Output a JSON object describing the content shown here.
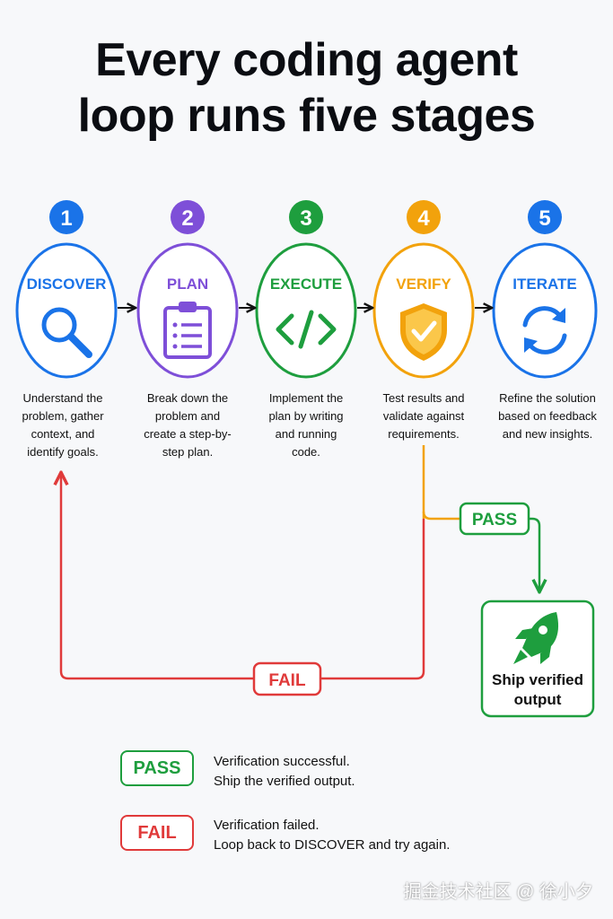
{
  "title": [
    "Every coding agent",
    "loop runs five stages"
  ],
  "stages": [
    {
      "number": "1",
      "name": "DISCOVER",
      "color": "#1a73e8",
      "icon": "magnifier-icon",
      "description": [
        "Understand the",
        "problem, gather",
        "context, and",
        "identify goals."
      ]
    },
    {
      "number": "2",
      "name": "PLAN",
      "color": "#7e4fd8",
      "icon": "clipboard-icon",
      "description": [
        "Break down the",
        "problem and",
        "create a step-by-",
        "step plan."
      ]
    },
    {
      "number": "3",
      "name": "EXECUTE",
      "color": "#1e9e3e",
      "icon": "code-icon",
      "description": [
        "Implement the",
        "plan by writing",
        "and running",
        "code."
      ]
    },
    {
      "number": "4",
      "name": "VERIFY",
      "color": "#f2a20c",
      "icon": "shield-check-icon",
      "description": [
        "Test results and",
        "validate against",
        "requirements."
      ]
    },
    {
      "number": "5",
      "name": "ITERATE",
      "color": "#1a73e8",
      "icon": "refresh-icon",
      "description": [
        "Refine the solution",
        "based on feedback",
        "and new insights."
      ]
    }
  ],
  "flow": {
    "pass_label": "PASS",
    "fail_label": "FAIL",
    "ship_label": [
      "Ship verified",
      "output"
    ],
    "pass_color": "#1e9e3e",
    "fail_color": "#e03a3a",
    "verify_line_color": "#f2a20c"
  },
  "legend": [
    {
      "label": "PASS",
      "color": "#1e9e3e",
      "text": [
        "Verification successful.",
        "Ship the verified output."
      ]
    },
    {
      "label": "FAIL",
      "color": "#e03a3a",
      "text": [
        "Verification failed.",
        "Loop back to DISCOVER and try again."
      ]
    }
  ],
  "watermark": "掘金技术社区 @ 徐小夕"
}
